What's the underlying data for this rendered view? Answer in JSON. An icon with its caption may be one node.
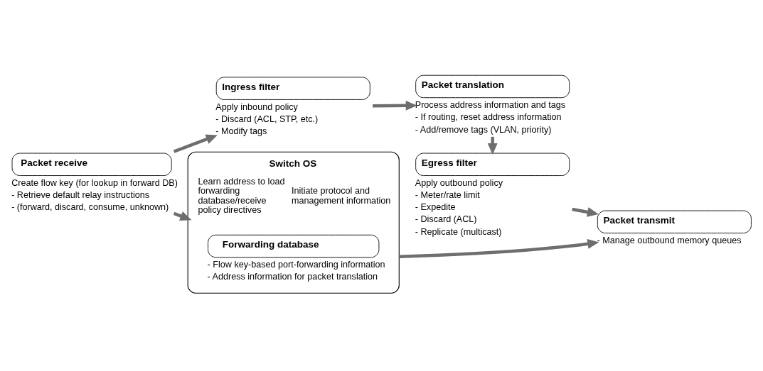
{
  "diagram": {
    "nodes": [
      {
        "text": [
          "Packet receive"
        ],
        "beside": [
          "Create flow key (for lookup in forward DB)",
          "- Retrieve default relay instructions",
          "- (forward, discard, consume, unknown)"
        ]
      },
      {
        "text": [
          "Ingress filter"
        ],
        "beside": [
          "Apply inbound policy",
          "- Discard (ACL, STP, etc.)",
          "- Modify tags"
        ]
      },
      {
        "text": [
          "Packet translation"
        ],
        "beside": [
          "Process address information and tags",
          "- If routing, reset address information",
          "- Add/remove tags (VLAN, priority)"
        ]
      },
      {
        "text": [
          "Egress filter"
        ],
        "beside": [
          "Apply outbound policy",
          "- Meter/rate limit",
          "- Expedite",
          "- Discard (ACL)",
          "- Replicate (multicast)"
        ]
      },
      {
        "text": [
          "Packet transmit"
        ],
        "beside": [
          "- Manage outbound memory queues"
        ]
      },
      {
        "text": [
          "Switch OS",
          "Learn address to load forwarding database/receive policy directives",
          "Initiate protocol and management information"
        ]
      },
      {
        "text": [
          "Forwarding database"
        ],
        "in": 5,
        "beside": [
          "- Flow key-based port-forwarding information",
          "- Address information for packet translation"
        ]
      }
    ],
    "edges": [
      {
        "from": 0,
        "to": 1,
        "arrow": "to"
      },
      {
        "from": 0,
        "to": 5,
        "arrow": "to"
      },
      {
        "from": 1,
        "to": 2,
        "arrow": "to"
      },
      {
        "from": 2,
        "to": 3,
        "arrow": "to"
      },
      {
        "from": 5,
        "to": 4,
        "arrow": "to"
      },
      {
        "from": 3,
        "to": 4,
        "arrow": "to"
      }
    ]
  }
}
